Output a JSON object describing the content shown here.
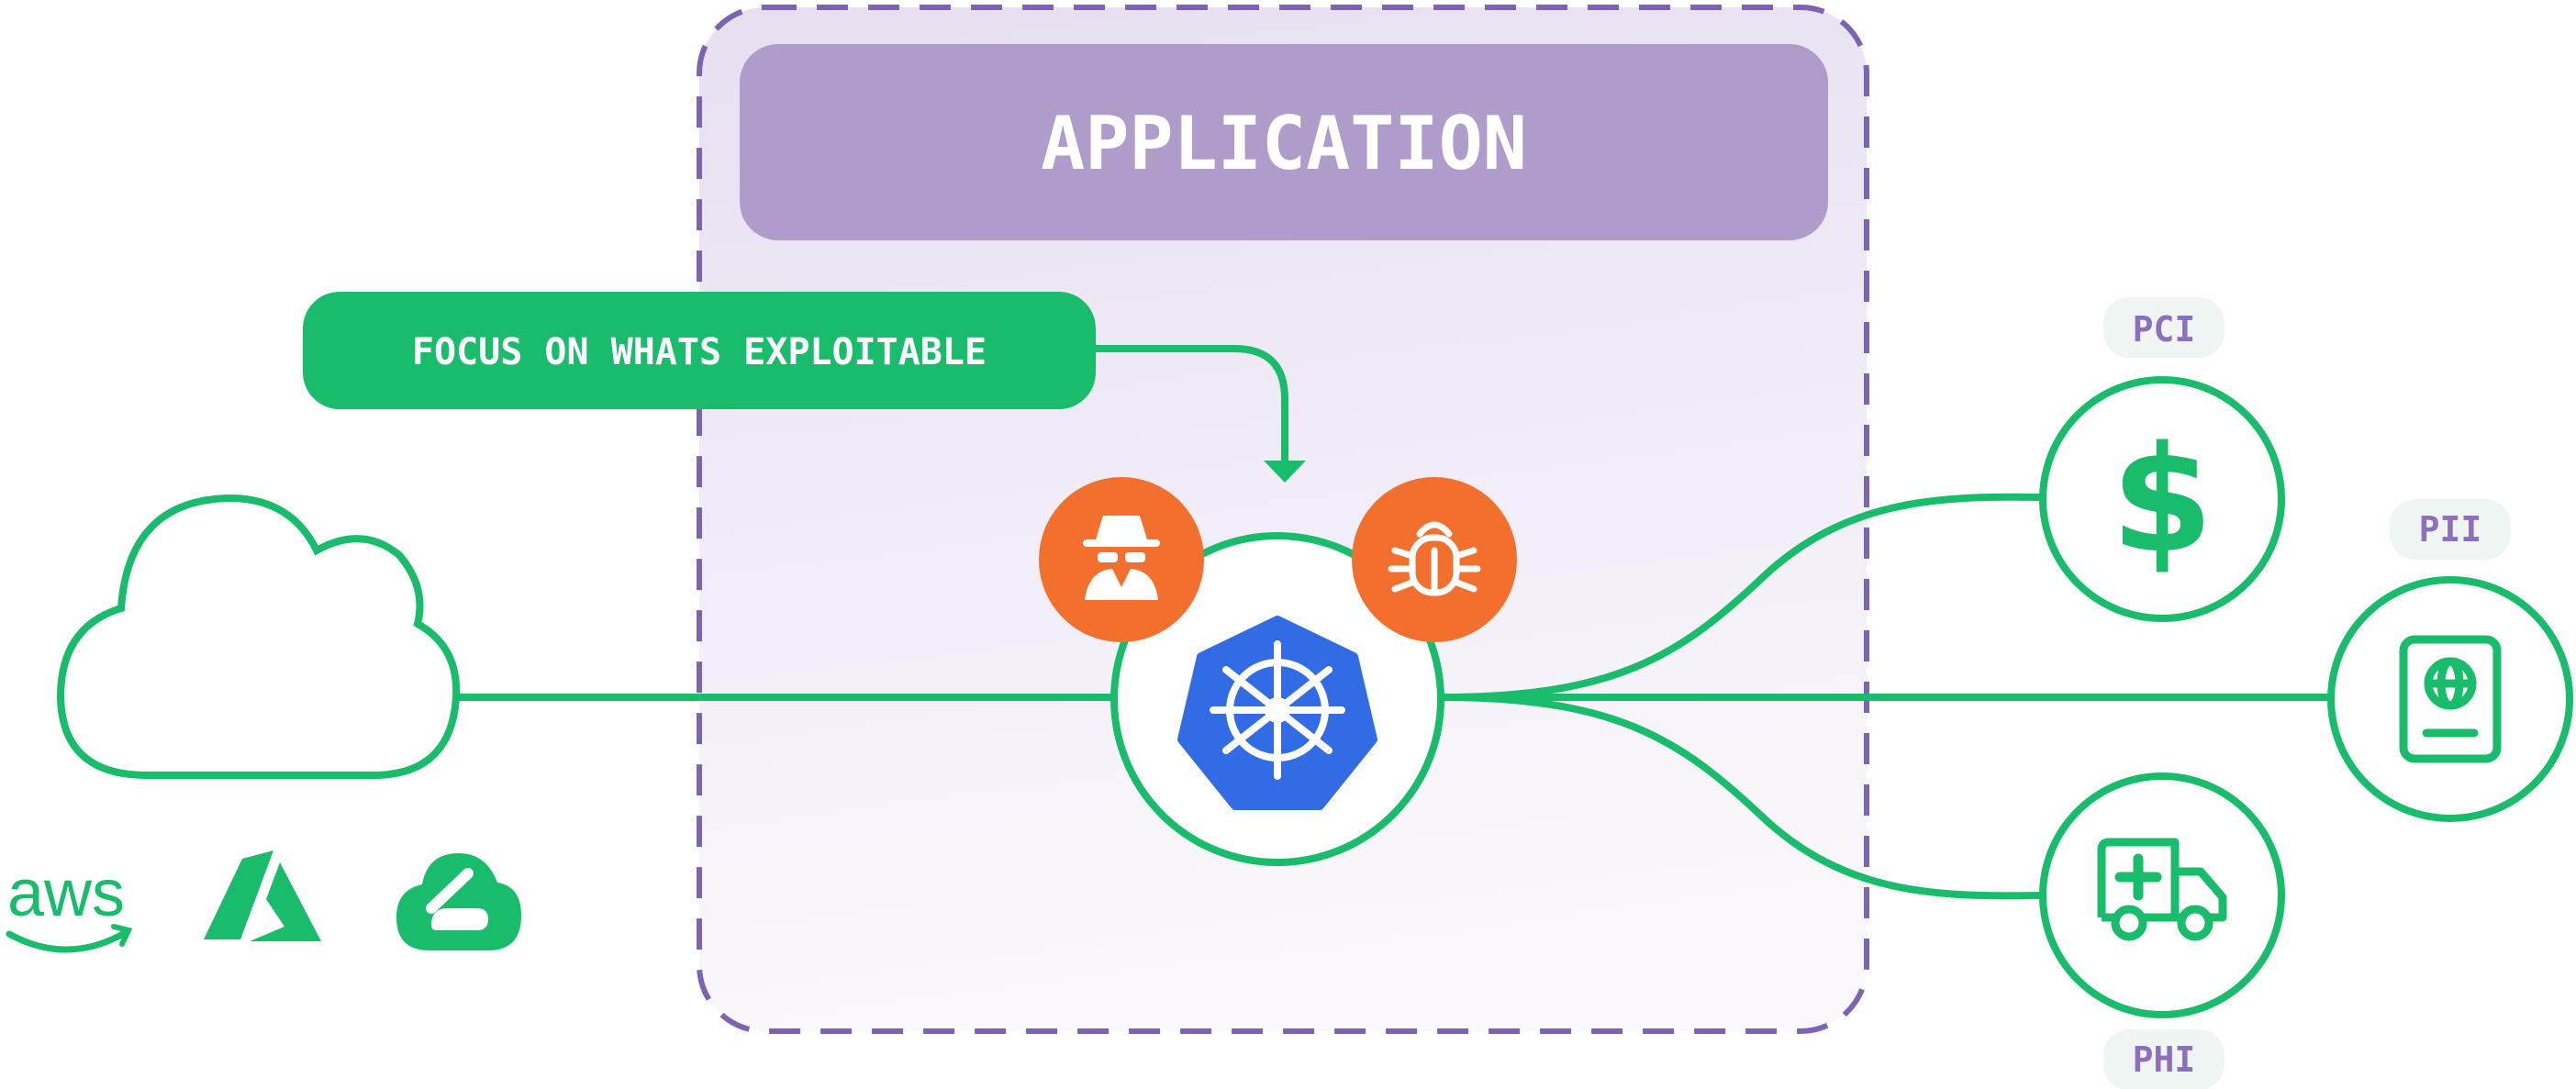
{
  "colors": {
    "green": "#18BC6B",
    "orange": "#F26F2E",
    "purple_border": "#7D63B3",
    "purple_panel": "#B09CCB",
    "panel_fill_top": "#E7DFF0",
    "panel_fill_bottom": "#FAF8FC",
    "k8s_blue": "#326CE5",
    "badge_bg": "#EEF5F2",
    "badge_text": "#8D6FBC"
  },
  "application": {
    "title": "APPLICATION"
  },
  "callout": {
    "text": "FOCUS ON WHATS EXPLOITABLE"
  },
  "center": {
    "icon": "kubernetes-logo-icon"
  },
  "threats": [
    {
      "icon": "attacker-spy-icon"
    },
    {
      "icon": "bug-icon"
    }
  ],
  "cloud": {
    "icon": "cloud-icon",
    "providers": [
      {
        "label": "aws",
        "icon": "aws-logo-icon"
      },
      {
        "icon": "azure-logo-icon"
      },
      {
        "icon": "google-cloud-logo-icon"
      }
    ]
  },
  "data_types": [
    {
      "label": "PCI",
      "icon": "dollar-icon"
    },
    {
      "label": "PII",
      "icon": "passport-icon"
    },
    {
      "label": "PHI",
      "icon": "ambulance-icon"
    }
  ]
}
